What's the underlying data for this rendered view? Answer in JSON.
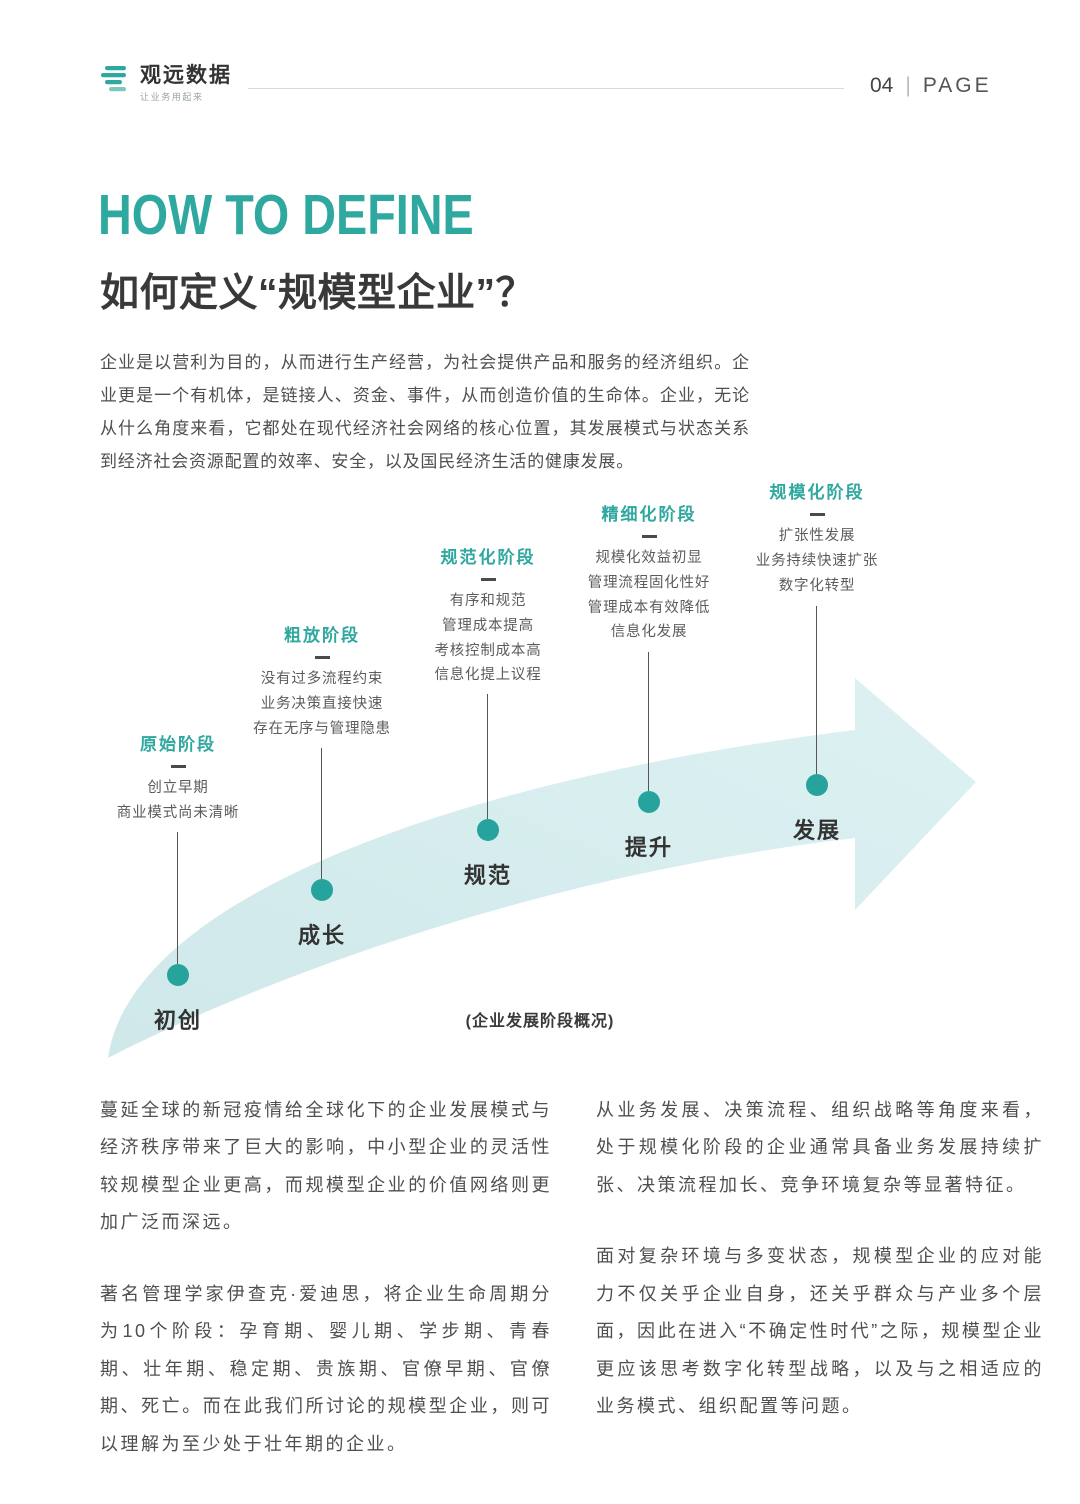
{
  "colors": {
    "accent": "#2fa89f",
    "dot": "#27a39d",
    "heading": "#393939",
    "body": "#4f4f4f"
  },
  "header": {
    "logo_text": "观远数据",
    "logo_tagline": "让业务用起来",
    "page_number": "04",
    "page_separator": "|",
    "page_label": "PAGE"
  },
  "title": {
    "en": "HOW TO DEFINE",
    "zh": "如何定义“规模型企业”？"
  },
  "intro": "企业是以营利为目的，从而进行生产经营，为社会提供产品和服务的经济组织。企业更是一个有机体，是链接人、资金、事件，从而创造价值的生命体。企业，无论从什么角度来看，它都处在现代经济社会网络的核心位置，其发展模式与状态关系到经济社会资源配置的效率、安全，以及国民经济生活的健康发展。",
  "diagram": {
    "caption": "(企业发展阶段概况)",
    "stages": [
      {
        "phase": "原始阶段",
        "desc": [
          "创立早期",
          "商业模式尚未清晰"
        ],
        "milestone": "初创"
      },
      {
        "phase": "粗放阶段",
        "desc": [
          "没有过多流程约束",
          "业务决策直接快速",
          "存在无序与管理隐患"
        ],
        "milestone": "成长"
      },
      {
        "phase": "规范化阶段",
        "desc": [
          "有序和规范",
          "管理成本提高",
          "考核控制成本高",
          "信息化提上议程"
        ],
        "milestone": "规范"
      },
      {
        "phase": "精细化阶段",
        "desc": [
          "规模化效益初显",
          "管理流程固化性好",
          "管理成本有效降低",
          "信息化发展"
        ],
        "milestone": "提升"
      },
      {
        "phase": "规模化阶段",
        "desc": [
          "扩张性发展",
          "业务持续快速扩张",
          "数字化转型"
        ],
        "milestone": "发展"
      }
    ]
  },
  "body": {
    "left": [
      "蔓延全球的新冠疫情给全球化下的企业发展模式与经济秩序带来了巨大的影响，中小型企业的灵活性较规模型企业更高，而规模型企业的价值网络则更加广泛而深远。",
      "著名管理学家伊查克·爱迪思，将企业生命周期分为10个阶段：孕育期、婴儿期、学步期、青春期、壮年期、稳定期、贵族期、官僚早期、官僚期、死亡。而在此我们所讨论的规模型企业，则可以理解为至少处于壮年期的企业。"
    ],
    "right": [
      "从业务发展、决策流程、组织战略等角度来看，处于规模化阶段的企业通常具备业务发展持续扩张、决策流程加长、竞争环境复杂等显著特征。",
      "面对复杂环境与多变状态，规模型企业的应对能力不仅关乎企业自身，还关乎群众与产业多个层面，因此在进入“不确定性时代”之际，规模型企业更应该思考数字化转型战略，以及与之相适应的业务模式、组织配置等问题。"
    ]
  }
}
